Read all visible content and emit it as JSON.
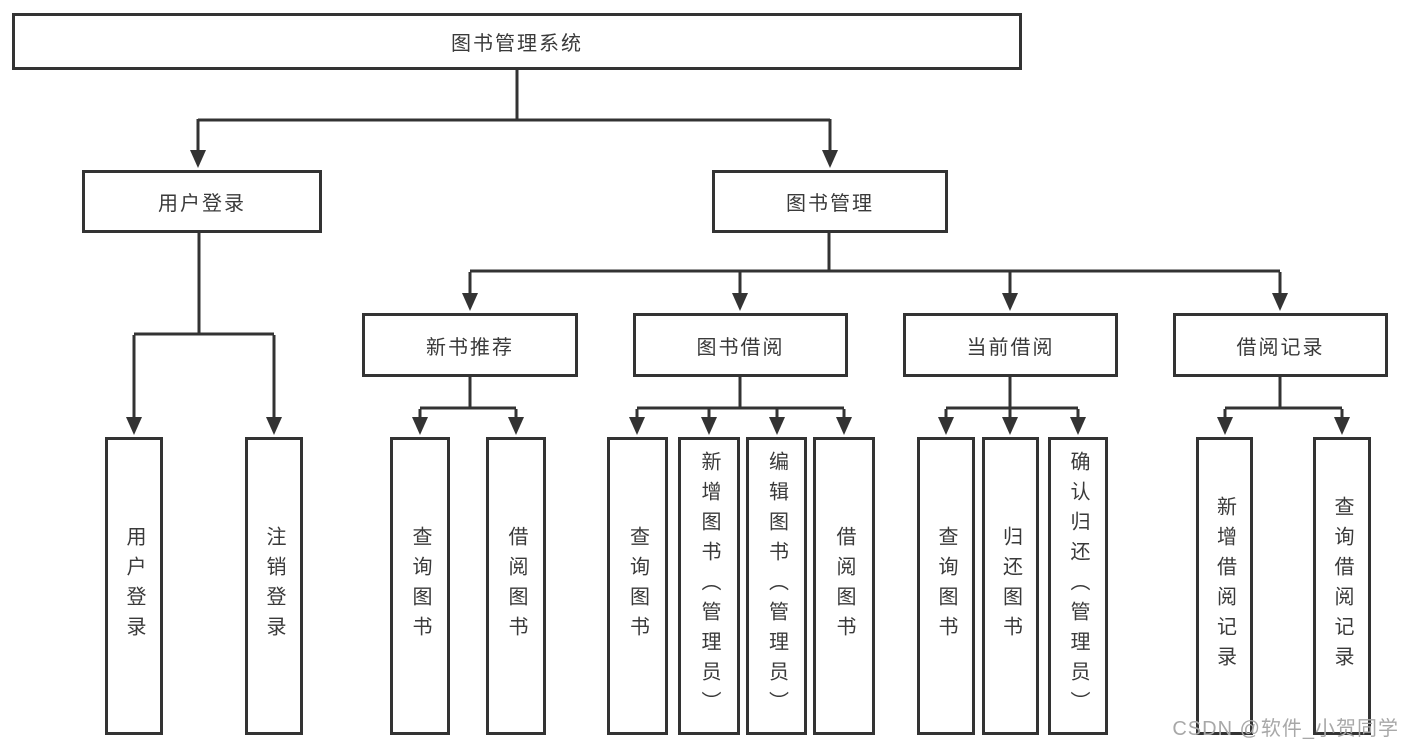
{
  "diagram_title": "图书管理系统",
  "tree": {
    "label": "图书管理系统",
    "children": [
      {
        "label": "用户登录",
        "children": [
          {
            "label": "用户登录"
          },
          {
            "label": "注销登录"
          }
        ]
      },
      {
        "label": "图书管理",
        "children": [
          {
            "label": "新书推荐",
            "children": [
              {
                "label": "查询图书"
              },
              {
                "label": "借阅图书"
              }
            ]
          },
          {
            "label": "图书借阅",
            "children": [
              {
                "label": "查询图书"
              },
              {
                "label": "新增图书（管理员）"
              },
              {
                "label": "编辑图书（管理员）"
              },
              {
                "label": "借阅图书"
              }
            ]
          },
          {
            "label": "当前借阅",
            "children": [
              {
                "label": "查询图书"
              },
              {
                "label": "归还图书"
              },
              {
                "label": "确认归还（管理员）"
              }
            ]
          },
          {
            "label": "借阅记录",
            "children": [
              {
                "label": "新增借阅记录"
              },
              {
                "label": "查询借阅记录"
              }
            ]
          }
        ]
      }
    ]
  },
  "watermark": {
    "text": "CSDN @软件_小贺同学"
  },
  "colors": {
    "line": "#333333",
    "box_border": "#333333",
    "text": "#3a3a3a",
    "watermark": "#a8a8a8",
    "background": "#ffffff"
  }
}
